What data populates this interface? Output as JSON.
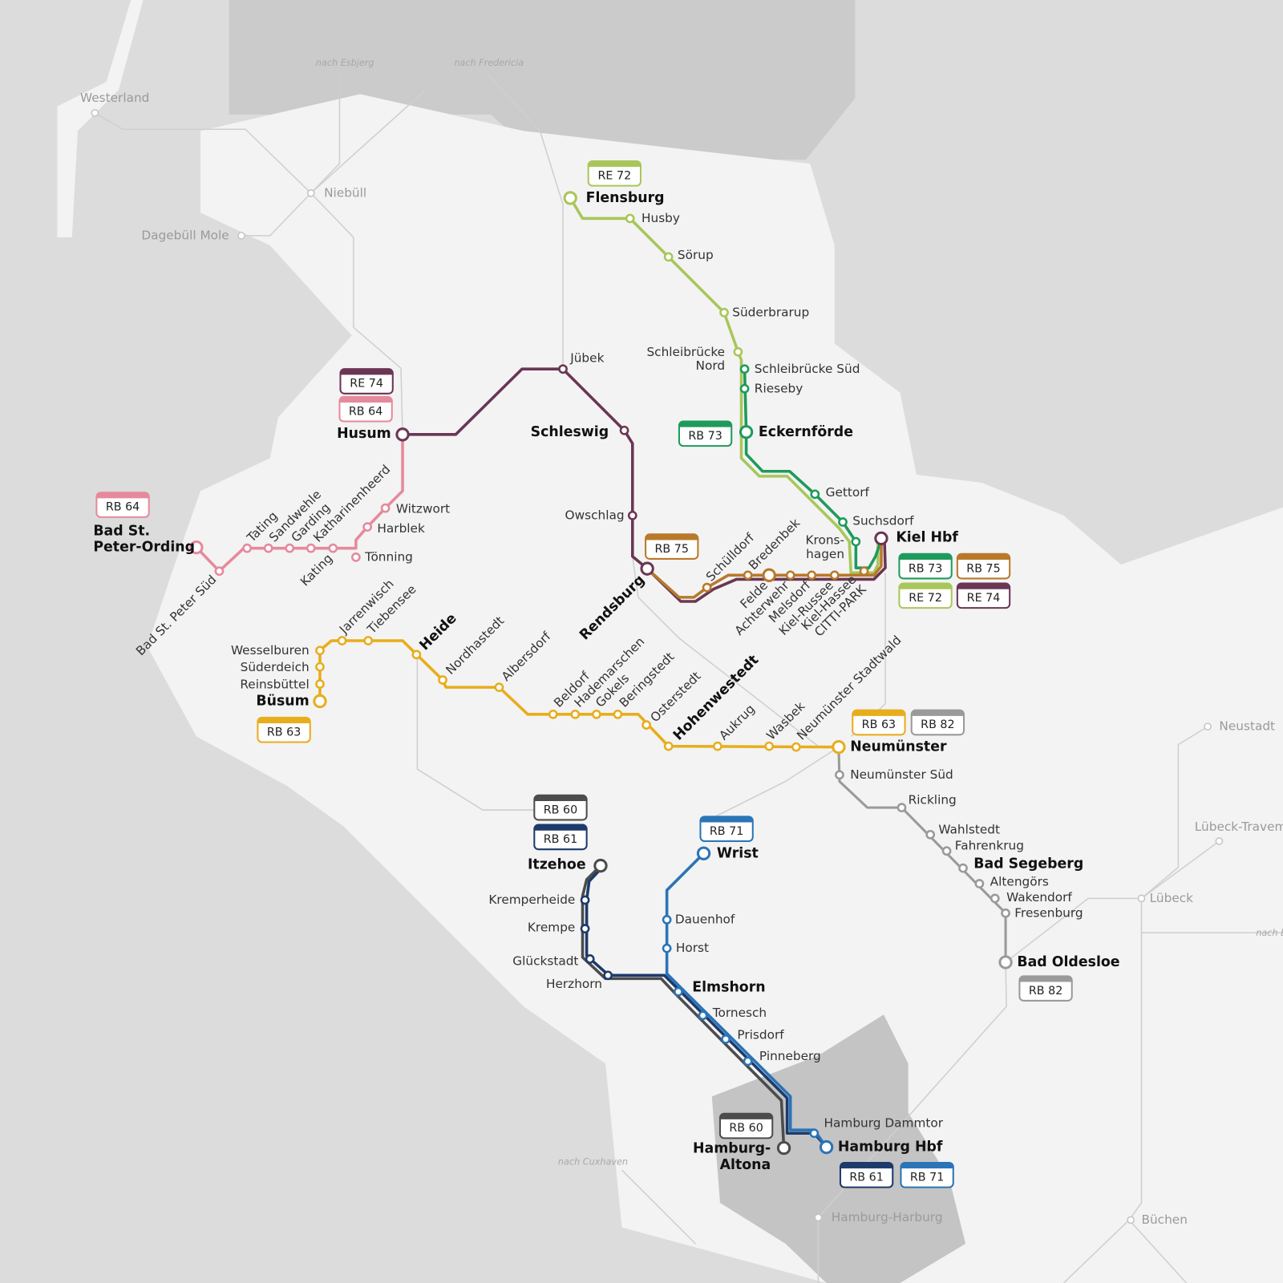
{
  "lines": [
    {
      "id": "RE 72",
      "color": "#a9c65a"
    },
    {
      "id": "RB 73",
      "color": "#1e9a5c"
    },
    {
      "id": "RE 74",
      "color": "#6a3654"
    },
    {
      "id": "RB 64",
      "color": "#e58a9c"
    },
    {
      "id": "RB 75",
      "color": "#b8792a"
    },
    {
      "id": "RB 63",
      "color": "#e8ad1c"
    },
    {
      "id": "RB 82",
      "color": "#9a9a9a"
    },
    {
      "id": "RB 60",
      "color": "#4c4c4c"
    },
    {
      "id": "RB 61",
      "color": "#1d3a6b"
    },
    {
      "id": "RB 71",
      "color": "#2a74b8"
    }
  ],
  "stations": [
    {
      "name": "Flensburg"
    },
    {
      "name": "Husby"
    },
    {
      "name": "Sörup"
    },
    {
      "name": "Süderbrarup"
    },
    {
      "name": "Schleibrücke\nNord"
    },
    {
      "name": "Schleibrücke Süd"
    },
    {
      "name": "Rieseby"
    },
    {
      "name": "Eckernförde"
    },
    {
      "name": "Gettorf"
    },
    {
      "name": "Suchsdorf"
    },
    {
      "name": "Krons-\nhagen"
    },
    {
      "name": "Kiel Hbf"
    },
    {
      "name": "Jübek"
    },
    {
      "name": "Schleswig"
    },
    {
      "name": "Owschlag"
    },
    {
      "name": "Rendsburg"
    },
    {
      "name": "Husum"
    },
    {
      "name": "Witzwort"
    },
    {
      "name": "Harblek"
    },
    {
      "name": "Tönning"
    },
    {
      "name": "Kating"
    },
    {
      "name": "Katharinenheerd"
    },
    {
      "name": "Garding"
    },
    {
      "name": "Sandwehle"
    },
    {
      "name": "Tating"
    },
    {
      "name": "Bad St.\nPeter-Ording"
    },
    {
      "name": "Bad St. Peter Süd"
    },
    {
      "name": "Wesselburen"
    },
    {
      "name": "Süderdeich"
    },
    {
      "name": "Reinsbüttel"
    },
    {
      "name": "Büsum"
    },
    {
      "name": "Jarrenwisch"
    },
    {
      "name": "Tiebensee"
    },
    {
      "name": "Heide"
    },
    {
      "name": "Nordhastedt"
    },
    {
      "name": "Albersdorf"
    },
    {
      "name": "Beldorf"
    },
    {
      "name": "Hademarschen"
    },
    {
      "name": "Gokels"
    },
    {
      "name": "Beringstedt"
    },
    {
      "name": "Osterstedt"
    },
    {
      "name": "Hohenwestedt"
    },
    {
      "name": "Aukrug"
    },
    {
      "name": "Wasbek"
    },
    {
      "name": "Neumünster Stadtwald"
    },
    {
      "name": "Neumünster"
    },
    {
      "name": "Neumünster Süd"
    },
    {
      "name": "Rickling"
    },
    {
      "name": "Wahlstedt"
    },
    {
      "name": "Fahrenkrug"
    },
    {
      "name": "Bad Segeberg"
    },
    {
      "name": "Altengörs"
    },
    {
      "name": "Wakendorf"
    },
    {
      "name": "Fresenburg"
    },
    {
      "name": "Bad Oldesloe"
    },
    {
      "name": "Itzehoe"
    },
    {
      "name": "Kremperheide"
    },
    {
      "name": "Krempe"
    },
    {
      "name": "Glückstadt"
    },
    {
      "name": "Herzhorn"
    },
    {
      "name": "Wrist"
    },
    {
      "name": "Dauenhof"
    },
    {
      "name": "Horst"
    },
    {
      "name": "Elmshorn"
    },
    {
      "name": "Tornesch"
    },
    {
      "name": "Prisdorf"
    },
    {
      "name": "Pinneberg"
    },
    {
      "name": "Hamburg Dammtor"
    },
    {
      "name": "Hamburg Hbf"
    },
    {
      "name": "Hamburg-\nAltona"
    },
    {
      "name": "Schülldorf"
    },
    {
      "name": "Bredenbek"
    },
    {
      "name": "Felde"
    },
    {
      "name": "Achterwehr"
    },
    {
      "name": "Melsdorf"
    },
    {
      "name": "Kiel-Russee"
    },
    {
      "name": "Kiel-Hassee\nCITTI-PARK"
    }
  ],
  "badges": [
    {
      "label": "RE 72",
      "color": "#a9c65a"
    },
    {
      "label": "RE 74",
      "color": "#6a3654"
    },
    {
      "label": "RB 64",
      "color": "#e58a9c"
    },
    {
      "label": "RB 64",
      "color": "#e58a9c"
    },
    {
      "label": "RB 73",
      "color": "#1e9a5c"
    },
    {
      "label": "RB 75",
      "color": "#b8792a"
    },
    {
      "label": "RB 73",
      "color": "#1e9a5c"
    },
    {
      "label": "RB 75",
      "color": "#b8792a"
    },
    {
      "label": "RE 72",
      "color": "#a9c65a"
    },
    {
      "label": "RE 74",
      "color": "#6a3654"
    },
    {
      "label": "RB 63",
      "color": "#e8ad1c"
    },
    {
      "label": "RB 63",
      "color": "#e8ad1c"
    },
    {
      "label": "RB 82",
      "color": "#9a9a9a"
    },
    {
      "label": "RB 60",
      "color": "#4c4c4c"
    },
    {
      "label": "RB 61",
      "color": "#1d3a6b"
    },
    {
      "label": "RB 71",
      "color": "#2a74b8"
    },
    {
      "label": "RB 82",
      "color": "#9a9a9a"
    },
    {
      "label": "RB 60",
      "color": "#4c4c4c"
    },
    {
      "label": "RB 61",
      "color": "#1d3a6b"
    },
    {
      "label": "RB 71",
      "color": "#2a74b8"
    }
  ],
  "background_places": [
    {
      "name": "Westerland"
    },
    {
      "name": "Niebüll"
    },
    {
      "name": "Dagebüll Mole"
    },
    {
      "name": "Neustadt"
    },
    {
      "name": "Lübeck-Travem"
    },
    {
      "name": "Lübeck"
    },
    {
      "name": "Büchen"
    },
    {
      "name": "Hamburg-Harburg"
    }
  ],
  "directions": [
    {
      "text": "nach Esbjerg"
    },
    {
      "text": "nach Fredericia"
    },
    {
      "text": "nach Cuxhaven"
    },
    {
      "text": "nach E"
    }
  ]
}
